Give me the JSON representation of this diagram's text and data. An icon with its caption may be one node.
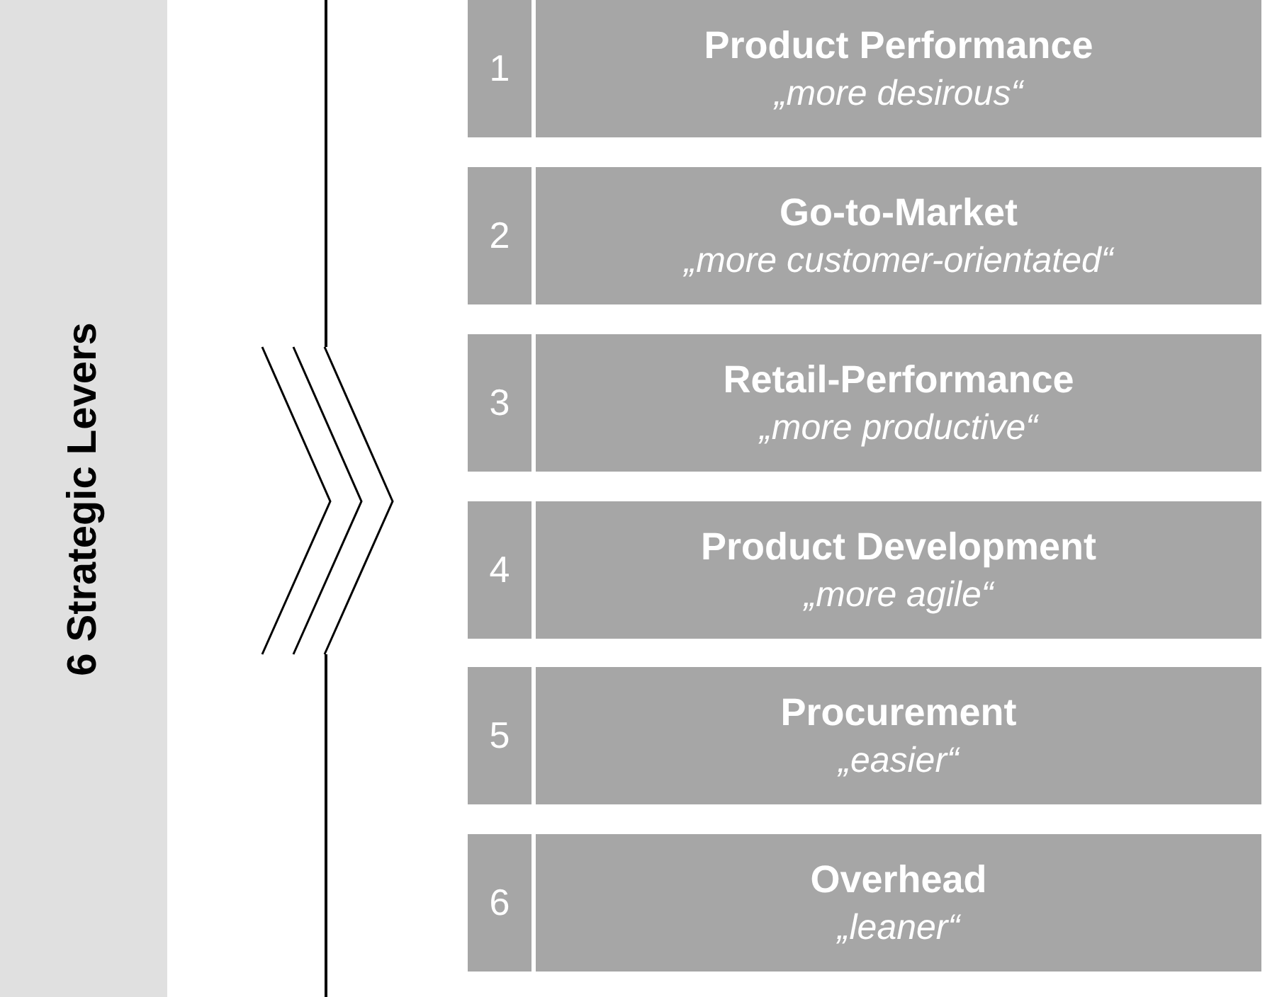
{
  "diagram": {
    "nodes": [
      {
        "text": [
          "6 Strategic Levers"
        ]
      },
      {
        "text": [
          "1"
        ]
      },
      {
        "text": [
          "Product Performance",
          "„more desirous“"
        ]
      },
      {
        "text": [
          "2"
        ]
      },
      {
        "text": [
          "Go-to-Market",
          "„more customer-orientated“"
        ]
      },
      {
        "text": [
          "3"
        ]
      },
      {
        "text": [
          "Retail-Performance",
          "„more productive“"
        ]
      },
      {
        "text": [
          "4"
        ]
      },
      {
        "text": [
          "Product Development",
          "„more agile“"
        ]
      },
      {
        "text": [
          "5"
        ]
      },
      {
        "text": [
          "Procurement",
          "„easier“"
        ]
      },
      {
        "text": [
          "6"
        ]
      },
      {
        "text": [
          "Overhead",
          "„leaner“"
        ]
      }
    ]
  }
}
